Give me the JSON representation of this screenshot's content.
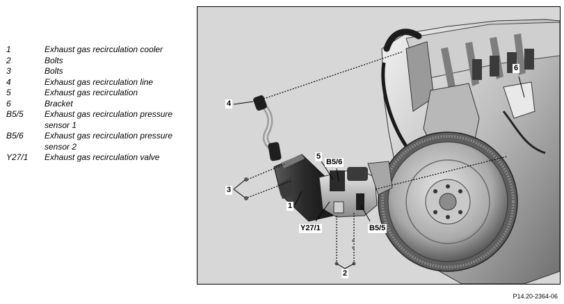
{
  "legend": [
    {
      "key": "1",
      "text": "Exhaust gas recirculation cooler"
    },
    {
      "key": "2",
      "text": "Bolts"
    },
    {
      "key": "3",
      "text": "Bolts"
    },
    {
      "key": "4",
      "text": "Exhaust gas recirculation line"
    },
    {
      "key": "5",
      "text": "Exhaust gas recirculation"
    },
    {
      "key": "6",
      "text": "Bracket"
    },
    {
      "key": "B5/5",
      "text": "Exhaust gas recirculation pressure\nsensor 1"
    },
    {
      "key": "B5/6",
      "text": "Exhaust gas recirculation pressure\nsensor 2"
    },
    {
      "key": "Y27/1",
      "text": "Exhaust gas recirculation valve"
    }
  ],
  "callouts": {
    "c1": "1",
    "c2": "2",
    "c3": "3",
    "c4": "4",
    "c5": "5",
    "c6": "6",
    "cb56": "B5/6",
    "cy271": "Y27/1",
    "cb55": "B5/5"
  },
  "figure_code": "P14.20-2364-06"
}
